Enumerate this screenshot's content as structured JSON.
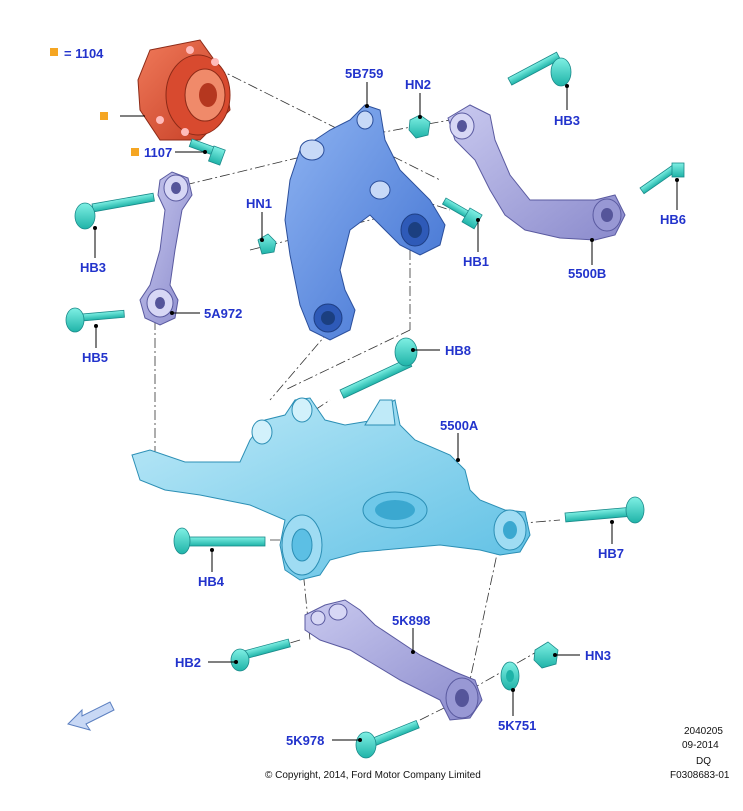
{
  "legend": {
    "equals_part": "= 1104"
  },
  "callouts": {
    "p1107": "1107",
    "p5B759": "5B759",
    "pHN2": "HN2",
    "pHB3_top": "HB3",
    "pHB6": "HB6",
    "pHN1": "HN1",
    "pHB1": "HB1",
    "p5500B": "5500B",
    "pHB3_left": "HB3",
    "p5A972": "5A972",
    "pHB5": "HB5",
    "pHB8": "HB8",
    "p5500A": "5500A",
    "pHB4": "HB4",
    "pHB7": "HB7",
    "p5K898": "5K898",
    "pHN3": "HN3",
    "pHB2": "HB2",
    "p5K751": "5K751",
    "p5K978": "5K978"
  },
  "footer": {
    "code1": "2040205",
    "date": "09-2014",
    "code2": "DQ",
    "ref": "F0308683-01",
    "copyright": "© Copyright, 2014, Ford Motor Company Limited"
  },
  "colors": {
    "label_blue": "#2233cc",
    "hub_red": "#e0553a",
    "knuckle_blue": "#5b8fe6",
    "subframe_cyan": "#86d6f2",
    "arm_lavender": "#a8a8dc",
    "bolt_teal": "#33d0c4",
    "marker_orange": "#f5a623"
  }
}
